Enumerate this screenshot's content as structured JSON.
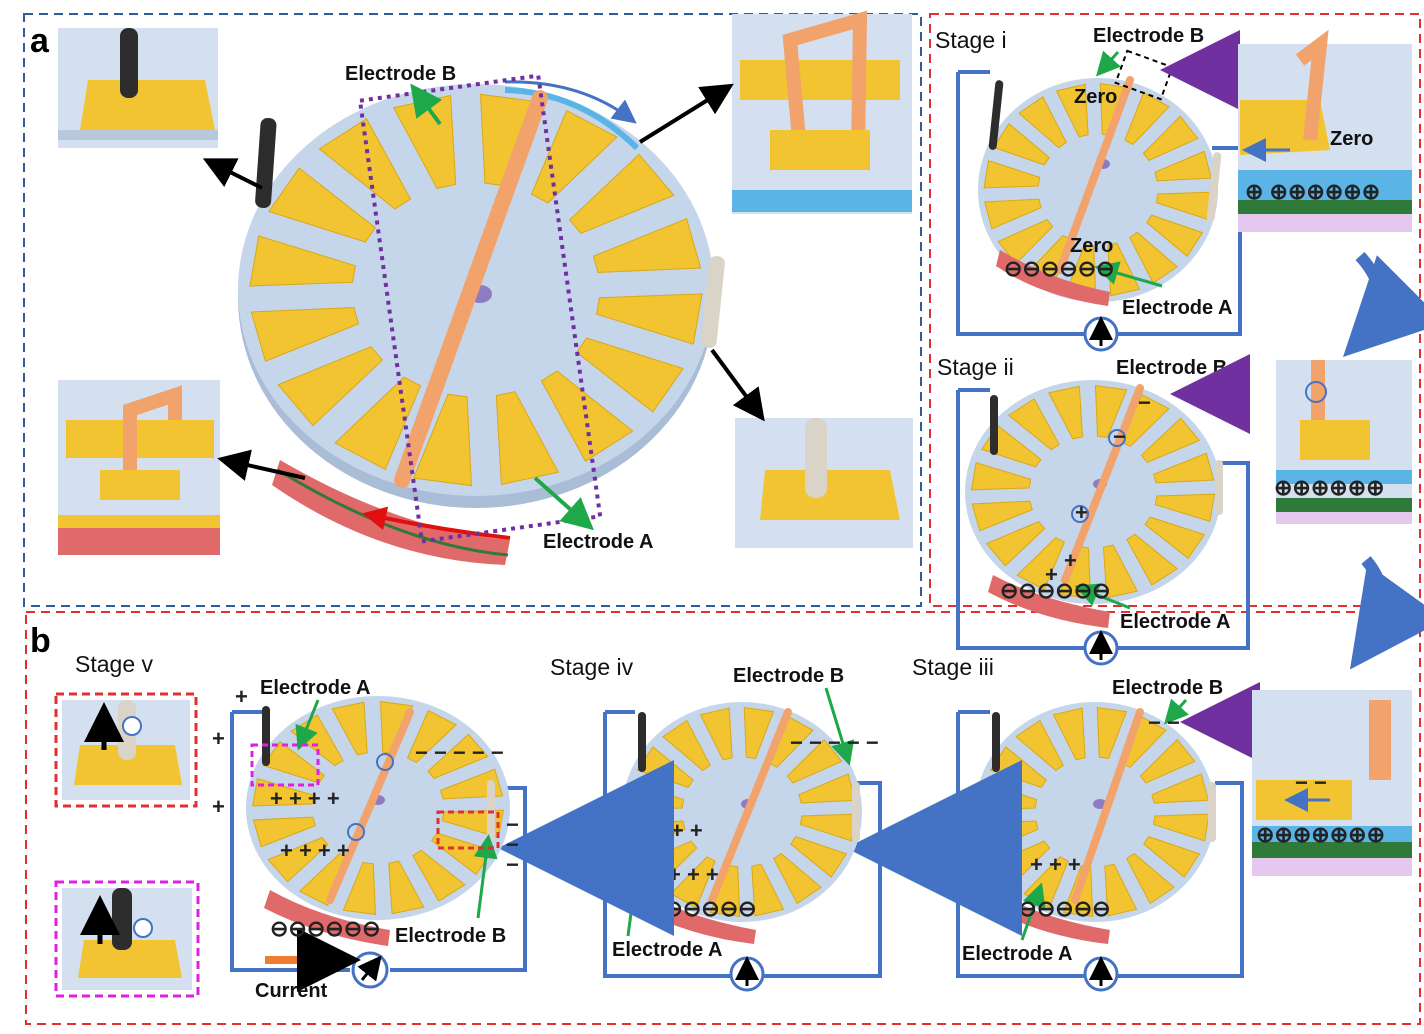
{
  "panel_a": {
    "letter": "a",
    "electrode_b": "Electrode B",
    "electrode_a": "Electrode A"
  },
  "stages": {
    "i": {
      "title": "Stage i",
      "electrode_b": "Electrode B",
      "electrode_a": "Electrode A",
      "zero_top": "Zero",
      "zero_bottom": "Zero",
      "zero_inset": "Zero"
    },
    "ii": {
      "title": "Stage ii",
      "electrode_b": "Electrode B",
      "electrode_a": "Electrode A"
    },
    "iii": {
      "title": "Stage iii",
      "electrode_b": "Electrode B",
      "electrode_a": "Electrode A"
    },
    "iv": {
      "title": "Stage iv",
      "electrode_b": "Electrode B",
      "electrode_a": "Electrode A"
    },
    "v": {
      "title": "Stage v",
      "electrode_a": "Electrode A",
      "electrode_b": "Electrode B",
      "current": "Current"
    }
  },
  "panel_b": {
    "letter": "b"
  },
  "symbols": {
    "plus": "+",
    "minus": "−",
    "neg_ion": "⊖",
    "pos_ion": "⊕"
  },
  "colors": {
    "frame_a": "#2f5d9a",
    "frame_red": "#e0302f",
    "disc": "#c5d6ea",
    "electrode": "#f2c431",
    "brush": "#f2a36c",
    "wire": "#4472c4",
    "pointer": "#1ea84a",
    "tribo": "#e07070",
    "stage_arrow": "#4472c4",
    "purple": "#7030a0"
  }
}
